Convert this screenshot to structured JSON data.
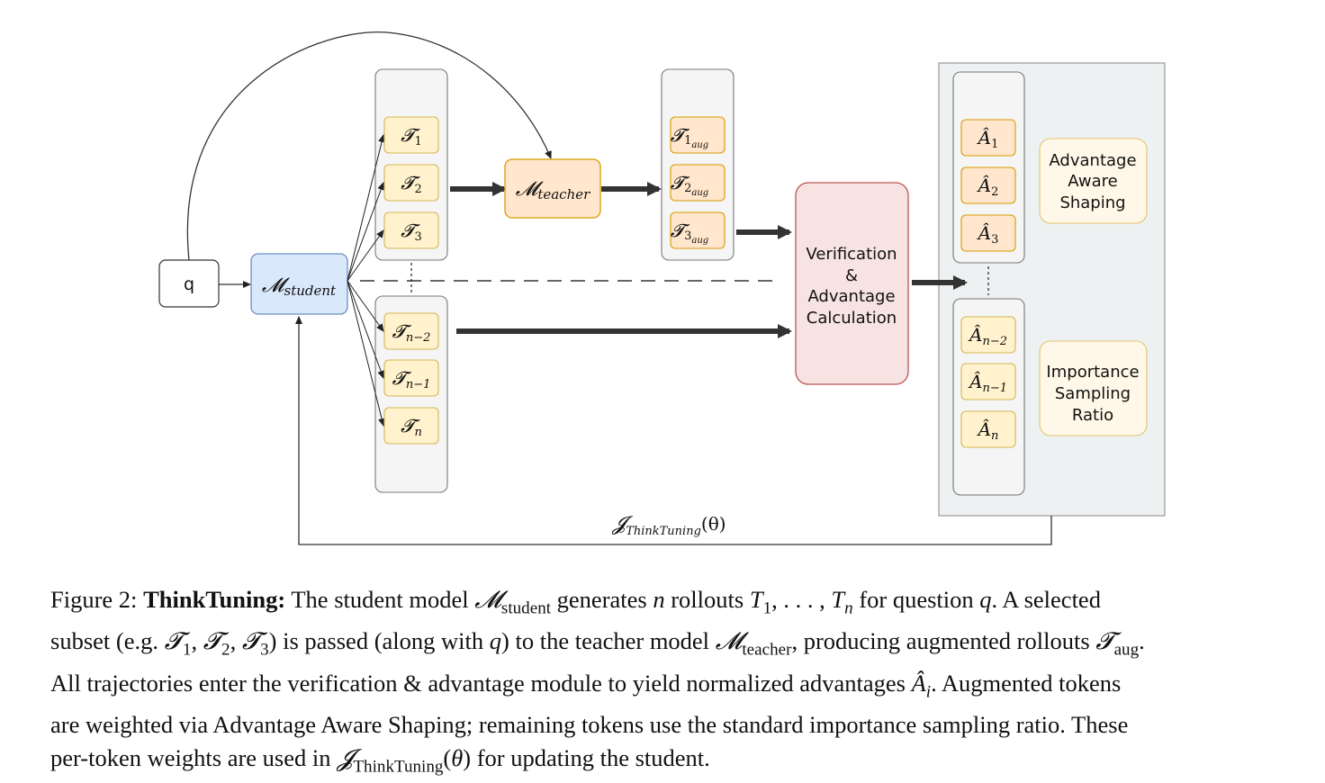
{
  "diagram": {
    "query_label": "q",
    "student_label": "𝓜",
    "student_sub": "student",
    "teacher_label": "𝓜",
    "teacher_sub": "teacher",
    "rollouts_top": [
      {
        "sym": "𝓣",
        "sub": "1"
      },
      {
        "sym": "𝓣",
        "sub": "2"
      },
      {
        "sym": "𝓣",
        "sub": "3"
      }
    ],
    "rollouts_bottom": [
      {
        "sym": "𝓣",
        "sub": "n−2"
      },
      {
        "sym": "𝓣",
        "sub": "n−1"
      },
      {
        "sym": "𝓣",
        "sub": "n"
      }
    ],
    "augmented": [
      {
        "sym": "𝓣",
        "sub": "1",
        "subsub": "aug"
      },
      {
        "sym": "𝓣",
        "sub": "2",
        "subsub": "aug"
      },
      {
        "sym": "𝓣",
        "sub": "3",
        "subsub": "aug"
      }
    ],
    "verification_lines": [
      "Verification",
      "&",
      "Advantage",
      "Calculation"
    ],
    "advantages_top": [
      {
        "sym": "Â",
        "sub": "1"
      },
      {
        "sym": "Â",
        "sub": "2"
      },
      {
        "sym": "Â",
        "sub": "3"
      }
    ],
    "advantages_bottom": [
      {
        "sym": "Â",
        "sub": "n−2"
      },
      {
        "sym": "Â",
        "sub": "n−1"
      },
      {
        "sym": "Â",
        "sub": "n"
      }
    ],
    "aas_lines": [
      "Advantage",
      "Aware",
      "Shaping"
    ],
    "isr_lines": [
      "Importance",
      "Sampling",
      "Ratio"
    ],
    "objective_label": "𝓙",
    "objective_sub": "ThinkTuning",
    "objective_arg": "(θ)",
    "colors": {
      "student_fill": "#dae8fc",
      "student_stroke": "#6c8ebf",
      "teacher_fill": "#ffe6cc",
      "teacher_stroke": "#d79b00",
      "rollout_fill": "#fff2cc",
      "rollout_stroke": "#d6b656",
      "aug_fill": "#ffe6cc",
      "verify_fill": "#f8cecc",
      "verify_stroke": "#b85450",
      "group_fill": "#f5f5f5",
      "panel_fill": "#eef1f2"
    }
  },
  "caption": {
    "figure_label": "Figure 2:",
    "bold_title": "ThinkTuning:",
    "lines": [
      [
        {
          "t": " The student model ",
          "s": "n"
        },
        {
          "t": "𝓜",
          "s": "m"
        },
        {
          "t": "student",
          "s": "sub"
        },
        {
          "t": " generates ",
          "s": "n"
        },
        {
          "t": "n",
          "s": "i"
        },
        {
          "t": " rollouts ",
          "s": "n"
        },
        {
          "t": "T",
          "s": "i"
        },
        {
          "t": "1",
          "s": "sub"
        },
        {
          "t": ", . . . , ",
          "s": "n"
        },
        {
          "t": "T",
          "s": "i"
        },
        {
          "t": "n",
          "s": "subi"
        },
        {
          "t": " for question ",
          "s": "n"
        },
        {
          "t": "q",
          "s": "i"
        },
        {
          "t": ". A selected",
          "s": "n"
        }
      ],
      [
        {
          "t": "subset (e.g. ",
          "s": "n"
        },
        {
          "t": "𝓣",
          "s": "m"
        },
        {
          "t": "1",
          "s": "sub"
        },
        {
          "t": ", ",
          "s": "n"
        },
        {
          "t": "𝓣",
          "s": "m"
        },
        {
          "t": "2",
          "s": "sub"
        },
        {
          "t": ", ",
          "s": "n"
        },
        {
          "t": "𝓣",
          "s": "m"
        },
        {
          "t": "3",
          "s": "sub"
        },
        {
          "t": ") is passed (along with ",
          "s": "n"
        },
        {
          "t": "q",
          "s": "i"
        },
        {
          "t": ") to the teacher model ",
          "s": "n"
        },
        {
          "t": "𝓜",
          "s": "m"
        },
        {
          "t": "teacher",
          "s": "sub"
        },
        {
          "t": ", producing augmented rollouts ",
          "s": "n"
        },
        {
          "t": "𝓣",
          "s": "m"
        },
        {
          "t": "aug",
          "s": "sub"
        },
        {
          "t": ".",
          "s": "n"
        }
      ],
      [
        {
          "t": "All trajectories enter the verification & advantage module to yield normalized advantages ",
          "s": "n"
        },
        {
          "t": "Â",
          "s": "i"
        },
        {
          "t": "i",
          "s": "subi"
        },
        {
          "t": ". Augmented tokens",
          "s": "n"
        }
      ],
      [
        {
          "t": "are weighted via Advantage Aware Shaping; remaining tokens use the standard importance sampling ratio. These",
          "s": "n"
        }
      ],
      [
        {
          "t": "per-token weights are used in ",
          "s": "n"
        },
        {
          "t": "𝓙",
          "s": "m"
        },
        {
          "t": "ThinkTuning",
          "s": "sub"
        },
        {
          "t": "(",
          "s": "n"
        },
        {
          "t": "θ",
          "s": "i"
        },
        {
          "t": ") for updating the student.",
          "s": "n"
        }
      ]
    ]
  }
}
